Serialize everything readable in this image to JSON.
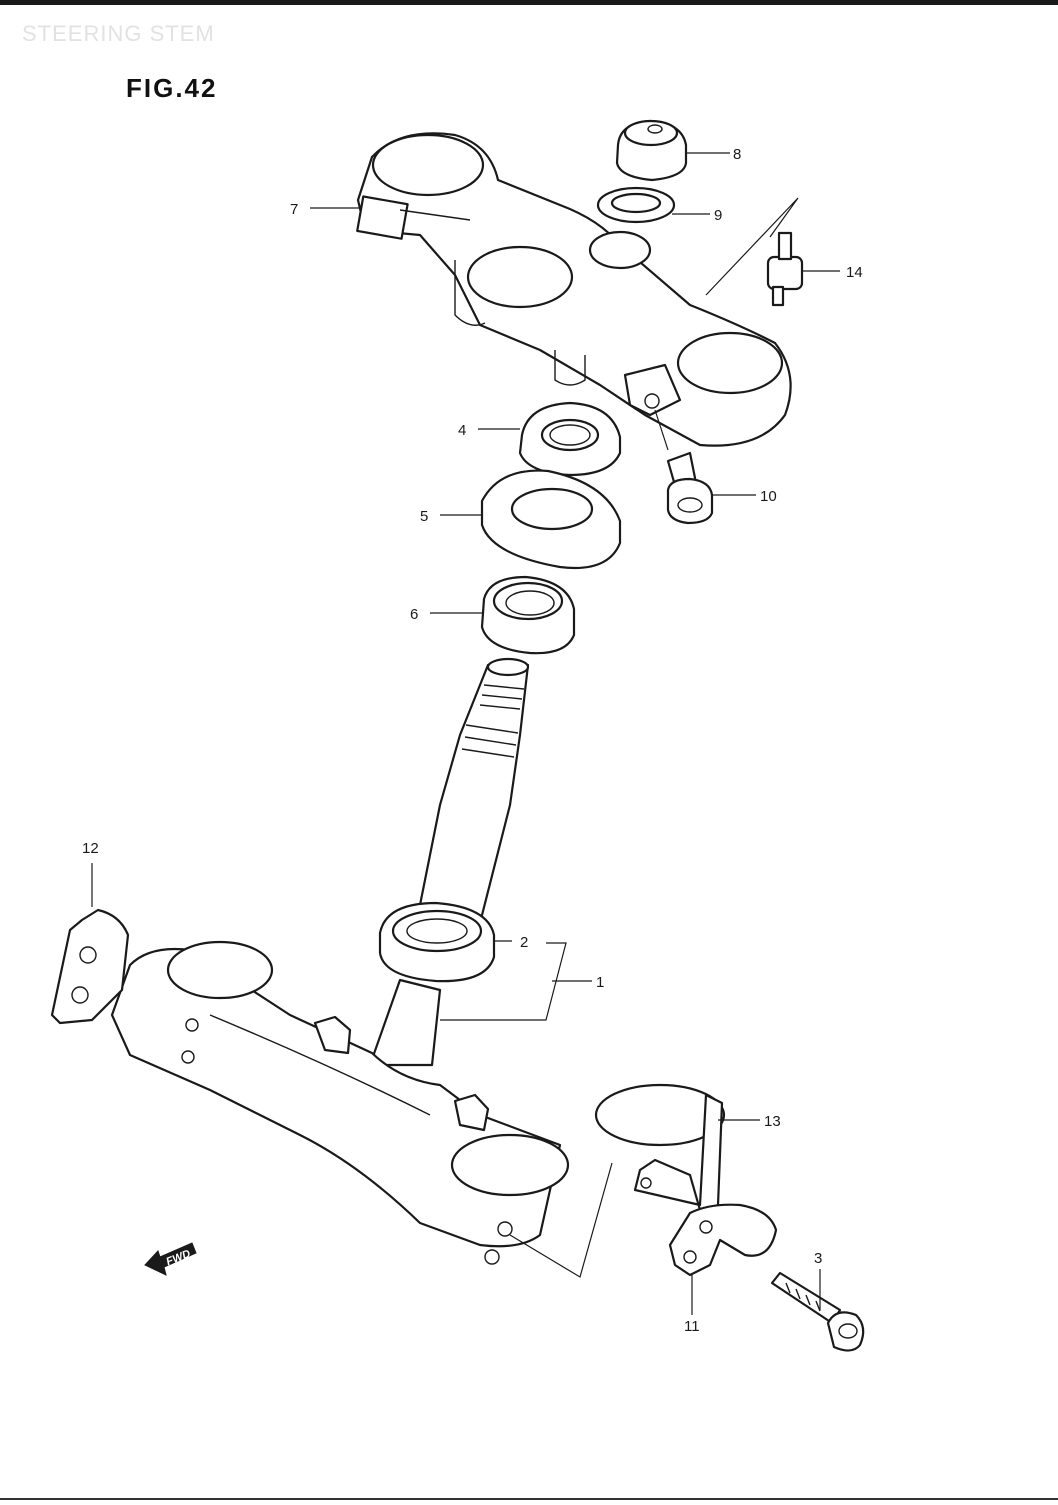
{
  "section_title": "STEERING STEM",
  "figure_label": "FIG.42",
  "fwd_badge": "FWD",
  "callouts": {
    "c1": "1",
    "c2": "2",
    "c3": "3",
    "c4": "4",
    "c5": "5",
    "c6": "6",
    "c7": "7",
    "c8": "8",
    "c9": "9",
    "c10": "10",
    "c11": "11",
    "c12": "12",
    "c13": "13",
    "c14": "14"
  }
}
